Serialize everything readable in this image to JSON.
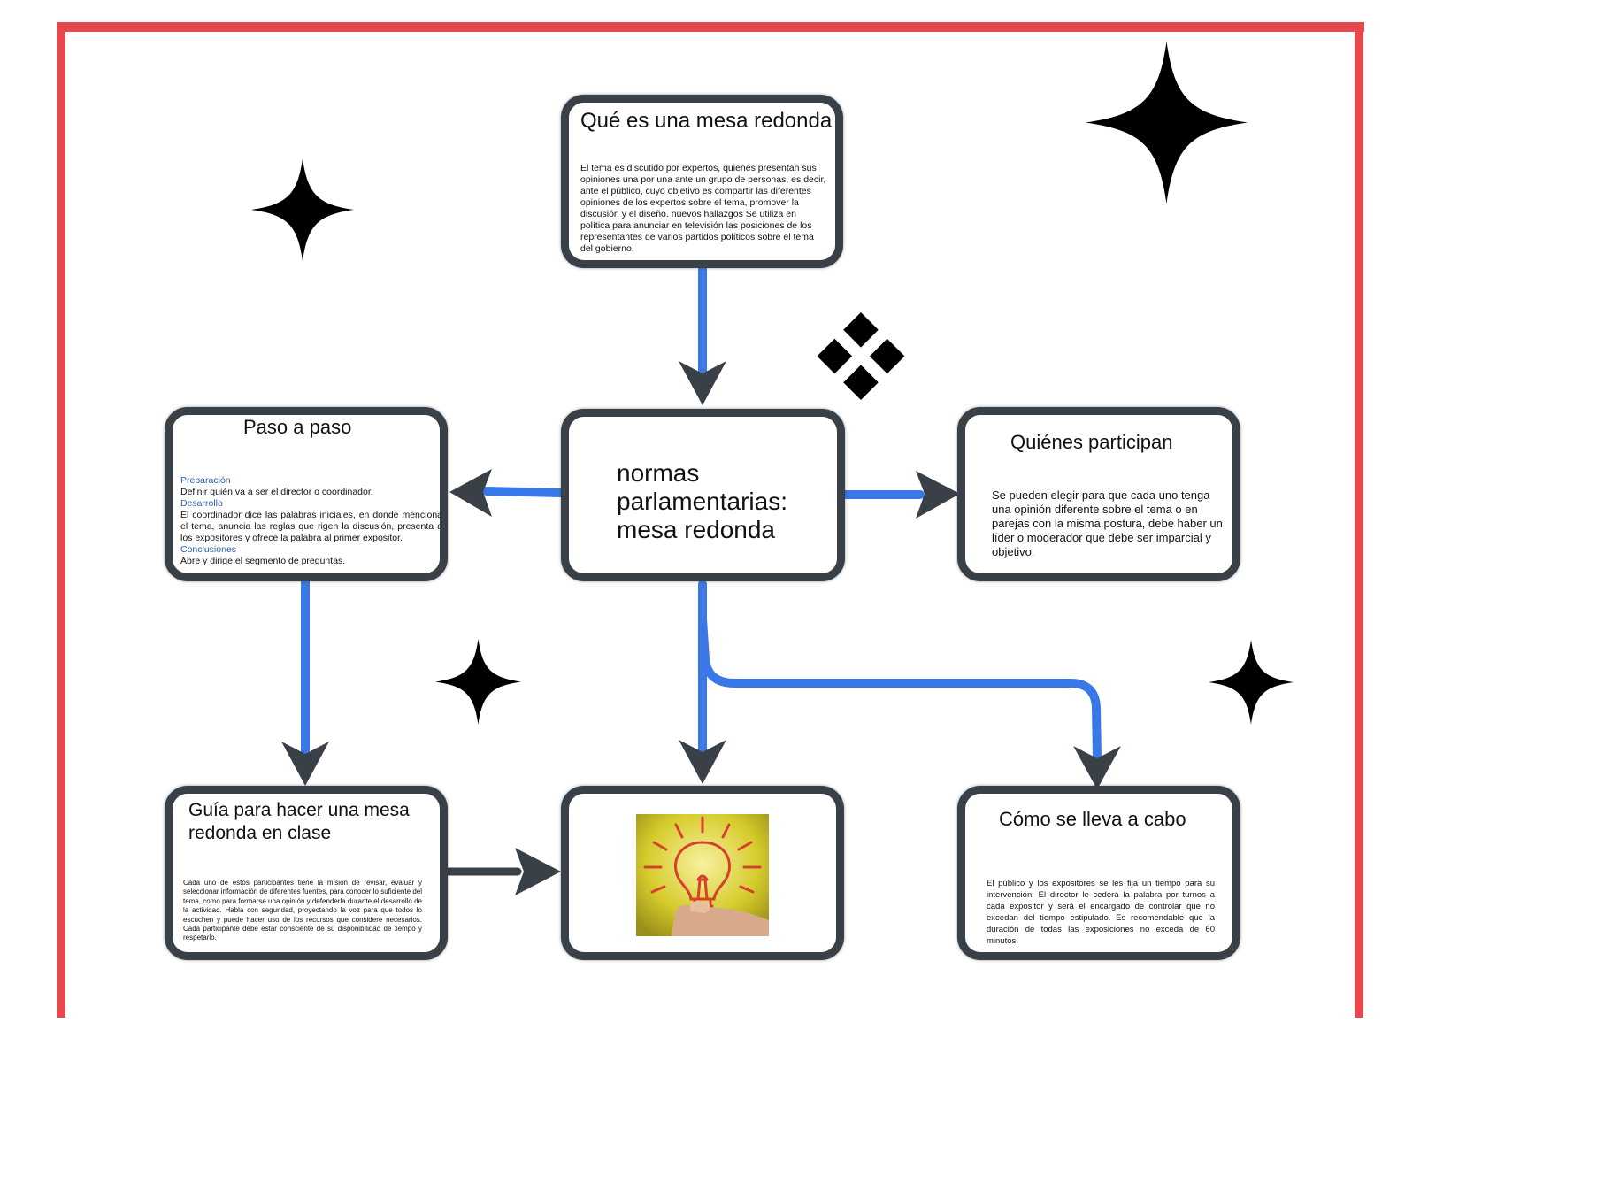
{
  "colors": {
    "frame": "#e5484d",
    "box_border": "#3a4048",
    "connector": "#3b78e7",
    "highlight": "#2f5fa7"
  },
  "nodes": {
    "top": {
      "title": "Qué es una mesa redonda",
      "body": "El tema es discutido por  expertos, quienes presentan sus opiniones una por una ante un grupo de personas,  es decir, ante el público, cuyo objetivo es compartir las diferentes opiniones de los expertos sobre el tema, promover la discusión y el diseño. nuevos hallazgos Se utiliza en política para anunciar en televisión las posiciones de los  representantes de varios partidos políticos sobre el tema del gobierno."
    },
    "center": {
      "title": "normas\nparlamentarias:\nmesa redonda"
    },
    "left": {
      "title": "Paso a paso",
      "heading1": "Preparación",
      "text1": "Definir quién va a ser el director o coordinador.",
      "heading2": "Desarrollo",
      "text2": "El coordinador dice las palabras iniciales, en donde menciona el tema, anuncia las reglas que rigen la discusión, presenta a los expositores y ofrece la palabra al primer expositor.",
      "heading3": "Conclusiones",
      "text3": "Abre y dirige el segmento de preguntas."
    },
    "right": {
      "title": "Quiénes participan",
      "body": "Se pueden elegir para que cada uno tenga una opinión diferente sobre el tema o  en parejas con la misma postura, debe haber un líder o moderador que  debe ser imparcial y objetivo."
    },
    "bottom_left": {
      "title": "Guía para hacer una mesa redonda en clase",
      "body": "Cada uno de estos participantes tiene la misión de revisar, evaluar y seleccionar información de diferentes fuentes, para conocer lo suficiente del tema, como para formarse una opinión y defenderla durante el desarrollo de la actividad.   Habla con seguridad, proyectando la voz para que todos lo escuchen y puede hacer uso de los recursos que considere necesarios. Cada participante debe estar consciente de su disponibilidad de tiempo y respetarlo."
    },
    "bottom_center": {
      "image": "lightbulb-illustration"
    },
    "bottom_right": {
      "title": "Cómo se lleva a cabo",
      "body": "El público y los expositores se les fija un tiempo para su intervención. El director le cederá la palabra por turnos a cada expositor y será el encargado de controlar que no excedan del tiempo estipulado.  Es recomendable que la duración de todas las exposiciones no exceda de 60 minutos."
    }
  },
  "decorations": [
    "four-point-star-icon",
    "four-point-star-icon",
    "diamond-cluster-icon",
    "four-point-star-icon",
    "four-point-star-icon"
  ]
}
